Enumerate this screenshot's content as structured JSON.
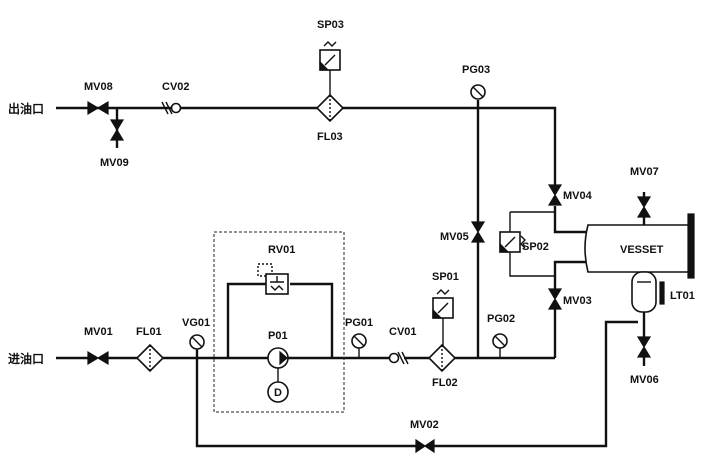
{
  "ports": {
    "outlet": "出油口",
    "inlet": "进油口"
  },
  "valves": {
    "mv01": "MV01",
    "mv02": "MV02",
    "mv03": "MV03",
    "mv04": "MV04",
    "mv05": "MV05",
    "mv06": "MV06",
    "mv07": "MV07",
    "mv08": "MV08",
    "mv09": "MV09"
  },
  "check_valves": {
    "cv01": "CV01",
    "cv02": "CV02"
  },
  "filters": {
    "fl01": "FL01",
    "fl02": "FL02",
    "fl03": "FL03"
  },
  "gauges": {
    "pg01": "PG01",
    "pg02": "PG02",
    "pg03": "PG03",
    "vg01": "VG01"
  },
  "switches": {
    "sp01": "SP01",
    "sp02": "SP02",
    "sp03": "SP03"
  },
  "pump": {
    "label": "P01",
    "motor": "D"
  },
  "relief_valve": "RV01",
  "vessel": "VESSET",
  "level_transmitter": "LT01"
}
